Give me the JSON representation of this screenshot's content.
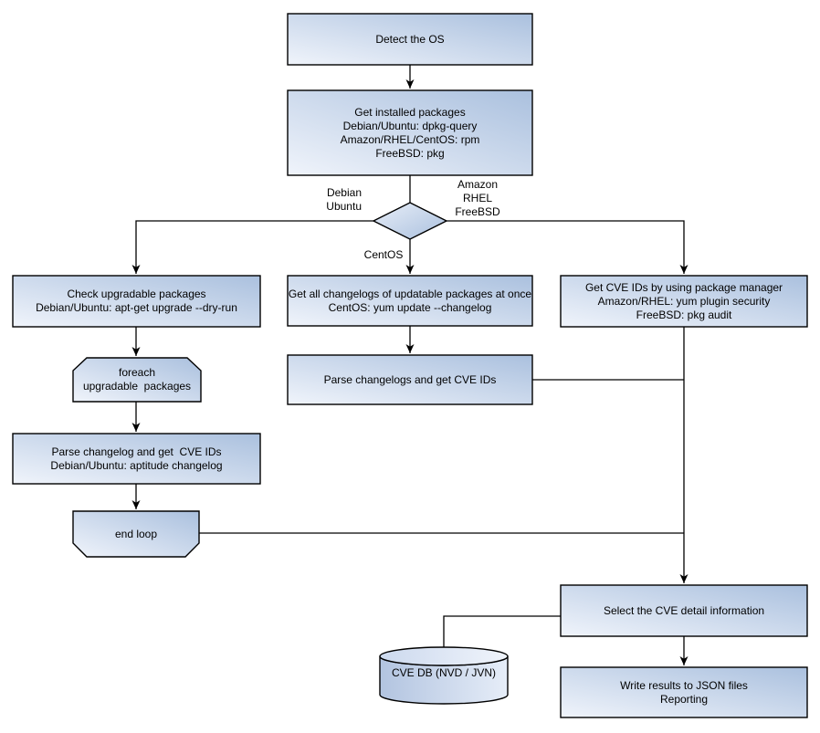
{
  "style": {
    "node_fill_light": "#f0f4fb",
    "node_fill_dark": "#aac0de",
    "node_border": "#000000",
    "line_color": "#000000",
    "text_color": "#000000",
    "background": "#ffffff"
  },
  "nodes": {
    "detect_os": {
      "line1": "Detect the OS"
    },
    "get_installed": {
      "line1": "Get installed packages",
      "line2": "Debian/Ubuntu: dpkg-query",
      "line3": "Amazon/RHEL/CentOS: rpm",
      "line4": "FreeBSD: pkg"
    },
    "check_upgradable": {
      "line1": "Check upgradable packages",
      "line2": "Debian/Ubuntu: apt-get upgrade --dry-run"
    },
    "foreach_loop": {
      "line1": "foreach",
      "line2": "upgradable  packages"
    },
    "parse_changelog": {
      "line1": "Parse changelog and get  CVE IDs",
      "line2": "Debian/Ubuntu: aptitude changelog"
    },
    "end_loop": {
      "line1": "end loop"
    },
    "get_all_changelogs": {
      "line1": "Get all changelogs of updatable packages at once",
      "line2": "CentOS: yum update --changelog"
    },
    "parse_changelogs": {
      "line1": "Parse changelogs and get CVE IDs"
    },
    "get_cve_ids": {
      "line1": "Get CVE IDs by using package manager",
      "line2": "Amazon/RHEL: yum plugin security",
      "line3": "FreeBSD: pkg audit"
    },
    "select_cve": {
      "line1": "Select the CVE detail information"
    },
    "write_results": {
      "line1": "Write results to JSON files",
      "line2": "Reporting"
    },
    "cve_db": {
      "line1": "CVE DB (NVD / JVN)"
    }
  },
  "edge_labels": {
    "debian_branch": {
      "line1": "Debian",
      "line2": "Ubuntu"
    },
    "amazon_branch": {
      "line1": "Amazon",
      "line2": "RHEL",
      "line3": "FreeBSD"
    },
    "centos_branch": {
      "line1": "CentOS"
    }
  }
}
